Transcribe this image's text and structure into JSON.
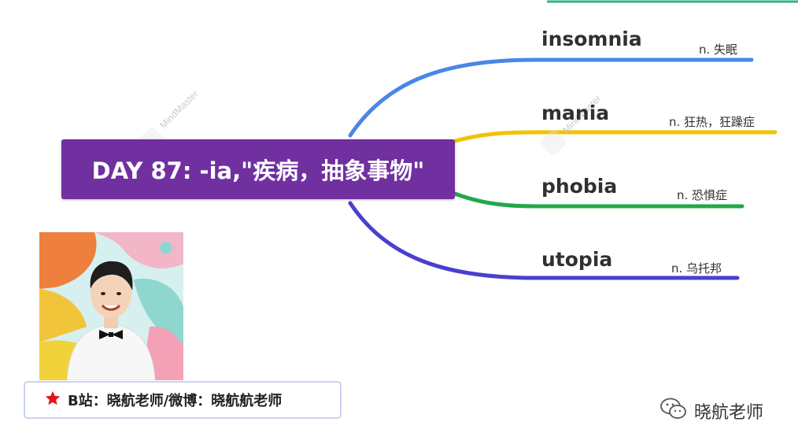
{
  "colors": {
    "root_bg": "#7030a0",
    "branch_blue": "#4a86e8",
    "branch_yellow": "#f2c200",
    "branch_green": "#22a84a",
    "branch_indigo": "#4a3fcf",
    "accent_star": "#e0151b",
    "top_teal": "#2fb38a"
  },
  "root": {
    "title": "DAY 87: -ia,\"疾病，抽象事物\""
  },
  "branches": [
    {
      "term": "insomnia",
      "meaning": "n. 失眠"
    },
    {
      "term": "mania",
      "meaning": "n. 狂热，狂躁症"
    },
    {
      "term": "phobia",
      "meaning": "n. 恐惧症"
    },
    {
      "term": "utopia",
      "meaning": "n. 乌托邦"
    }
  ],
  "watermarks": [
    "MindMaster",
    "MindMaster"
  ],
  "credit": {
    "icon": "star-icon",
    "text": "B站：晓航老师/微博：晓航航老师"
  },
  "wechat": {
    "icon": "wechat-icon",
    "label": "晓航老师"
  }
}
